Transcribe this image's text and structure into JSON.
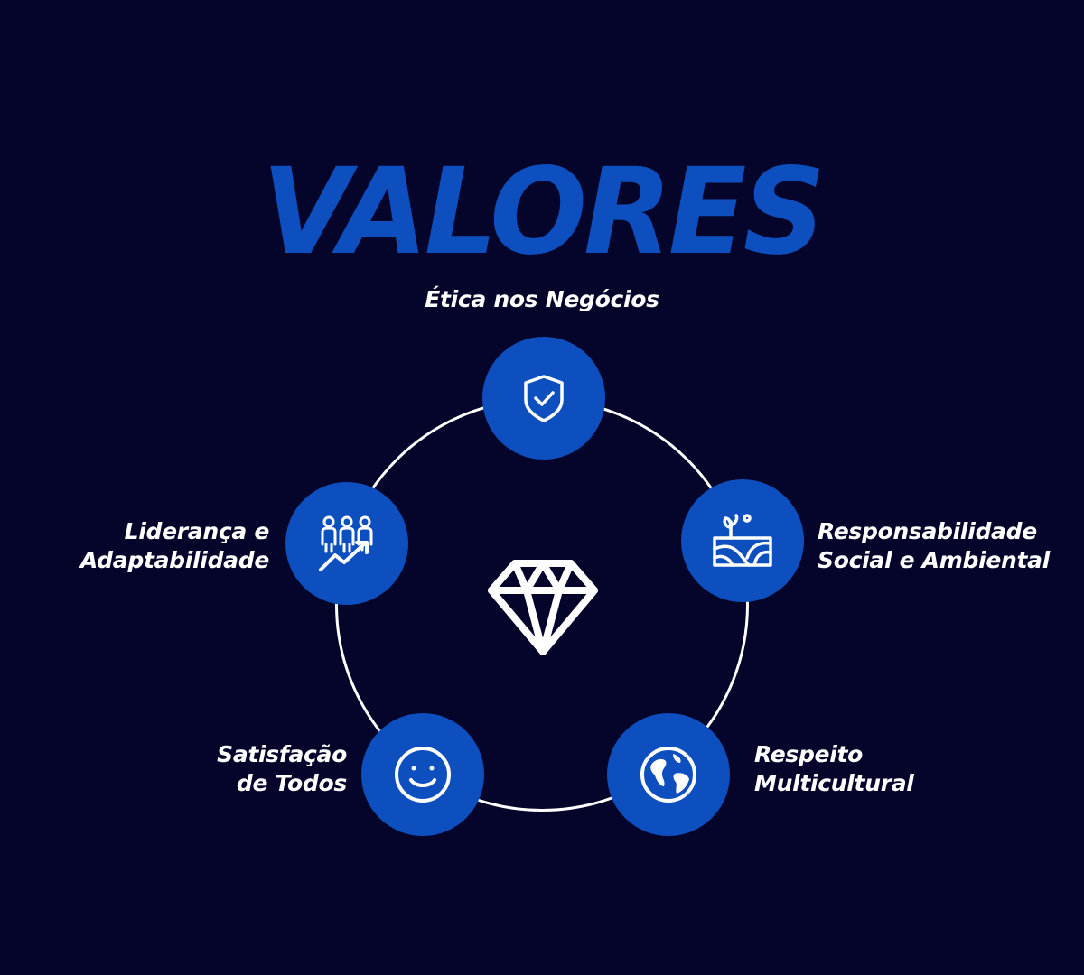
{
  "title": "VALORES",
  "colors": {
    "background": "#05052b",
    "accent": "#0d4fbf",
    "ring": "#ffffff"
  },
  "values": [
    {
      "line1": "Ética nos Negócios",
      "line2": "",
      "icon": "shield-check-icon"
    },
    {
      "line1": "Responsabilidade",
      "line2": "Social e Ambiental",
      "icon": "landscape-plant-icon"
    },
    {
      "line1": "Respeito",
      "line2": "Multicultural",
      "icon": "globe-icon"
    },
    {
      "line1": "Satisfação",
      "line2": "de Todos",
      "icon": "smiley-icon"
    },
    {
      "line1": "Liderança e",
      "line2": "Adaptabilidade",
      "icon": "team-growth-icon"
    }
  ],
  "center_icon": "diamond-icon"
}
